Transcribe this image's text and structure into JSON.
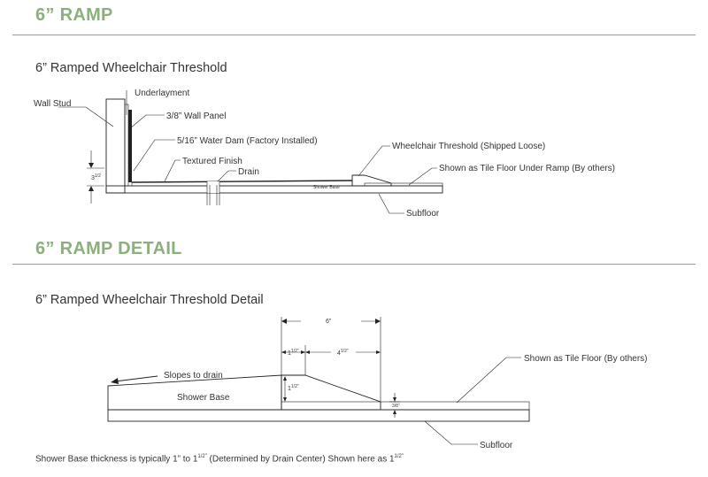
{
  "ramp": {
    "section_title": "6” RAMP",
    "subtitle": "6” Ramped Wheelchair Threshold",
    "labels": {
      "wall_stud": "Wall Stud",
      "underlayment": "Underlayment",
      "wall_panel": "3/8” Wall Panel",
      "water_dam": "5/16” Water Dam (Factory Installed)",
      "textured_finish": "Textured Finish",
      "drain": "Drain",
      "shower_base": "Shower Base",
      "wheelchair_threshold": "Wheelchair Threshold (Shipped Loose)",
      "tile_floor": "Shown as Tile Floor Under Ramp (By others)",
      "subfloor": "Subfloor"
    },
    "dimension": {
      "base": "3",
      "sup": "1/2"
    }
  },
  "detail": {
    "section_title": "6” RAMP DETAIL",
    "subtitle": "6” Ramped Wheelchair Threshold Detail",
    "labels": {
      "overall_width": "6”",
      "flat_width_base": "1",
      "flat_width_sup": "1/2”",
      "slope_width_base": "4",
      "slope_width_sup": "1/2”",
      "slopes_to_drain": "Slopes to drain",
      "shower_base": "Shower Base",
      "height_base": "1",
      "height_sup": "1/2”",
      "edge_height": "3/8”",
      "tile_floor": "Shown as Tile Floor (By others)",
      "subfloor": "Subfloor"
    },
    "note": {
      "part1": "Shower Base thickness is typically 1” to 1",
      "sup1": "1/2”",
      "part2": " (Determined by Drain Center) Shown here as 1",
      "sup2": "1/2”"
    }
  }
}
